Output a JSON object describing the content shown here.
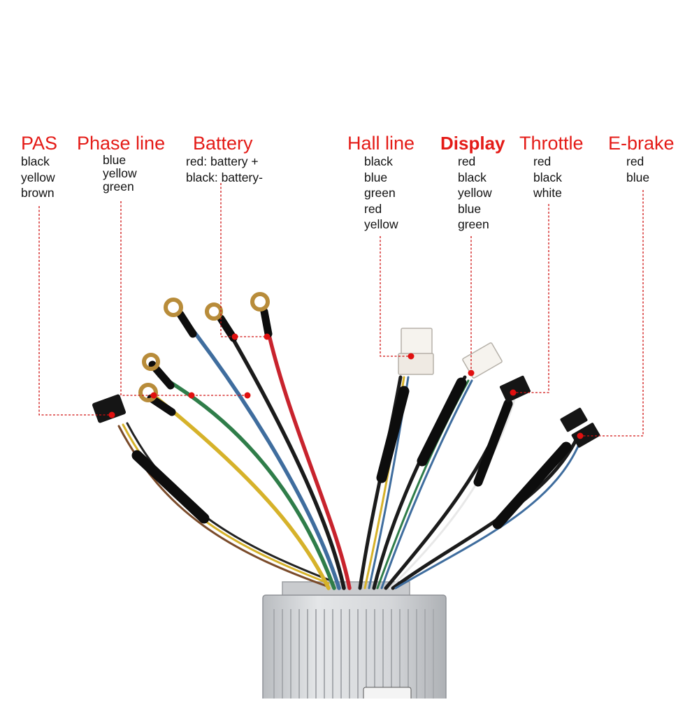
{
  "colors": {
    "label_red": "#e41b17",
    "leader_red": "#d01010",
    "text": "#111111",
    "wire_red": "#c8232d",
    "wire_blue": "#3f6d9e",
    "wire_black": "#1b1b1b",
    "wire_green": "#2f7d49",
    "wire_yellow": "#d6b22a",
    "housing": "#d9dbde"
  },
  "groups": [
    {
      "id": "pas",
      "title": "PAS",
      "items": [
        "black",
        "yellow",
        "brown"
      ]
    },
    {
      "id": "phase",
      "title": "Phase line",
      "items": [
        "blue",
        "yellow",
        "green"
      ]
    },
    {
      "id": "battery",
      "title": "Battery",
      "items": [
        "red: battery +",
        "black: battery-"
      ]
    },
    {
      "id": "hall",
      "title": "Hall line",
      "items": [
        "black",
        "blue",
        "green",
        "red",
        "yellow"
      ]
    },
    {
      "id": "display",
      "title": "Display",
      "items": [
        "red",
        "black",
        "yellow",
        "blue",
        "green"
      ]
    },
    {
      "id": "throttle",
      "title": "Throttle",
      "items": [
        "red",
        "black",
        "white"
      ]
    },
    {
      "id": "ebrake",
      "title": "E-brake",
      "items": [
        "red",
        "blue"
      ]
    }
  ]
}
